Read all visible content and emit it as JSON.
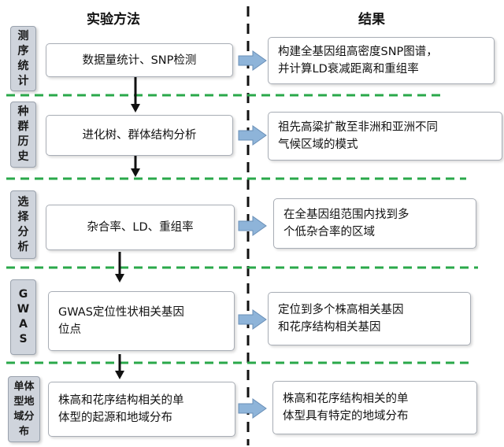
{
  "headers": {
    "method": "实验方法",
    "result": "结果"
  },
  "colors": {
    "dash_green": "#2aa84a",
    "side_fill": "#cfd4dc",
    "arrow_fill": "#8eb4d9"
  },
  "rows": [
    {
      "label_chars": [
        "测",
        "序",
        "统",
        "计"
      ],
      "method": "数据量统计、SNP检测",
      "result_line1": "构建全基因组高密度SNP图谱，",
      "result_line2": "并计算LD衰减距离和重组率"
    },
    {
      "label_chars": [
        "种",
        "群",
        "历",
        "史"
      ],
      "method": "进化树、群体结构分析",
      "result_line1": "祖先高粱扩散至非洲和亚洲不同",
      "result_line2": "气候区域的模式"
    },
    {
      "label_chars": [
        "选",
        "择",
        "分",
        "析"
      ],
      "method": "杂合率、LD、重组率",
      "result_line1": "在全基因组范围内找到多",
      "result_line2": "个低杂合率的区域"
    },
    {
      "label_chars": [
        "G",
        "W",
        "A",
        "S"
      ],
      "method_line1": "GWAS定位性状相关基因",
      "method_line2": "位点",
      "result_line1": "定位到多个株高相关基因",
      "result_line2": "和花序结构相关基因"
    },
    {
      "label_chars": [
        "单体",
        "型地",
        "域分",
        "布"
      ],
      "method_line1": "株高和花序结构相关的单",
      "method_line2": "体型的起源和地域分布",
      "result_line1": "株高和花序结构相关的单",
      "result_line2": "体型具有特定的地域分布"
    }
  ]
}
